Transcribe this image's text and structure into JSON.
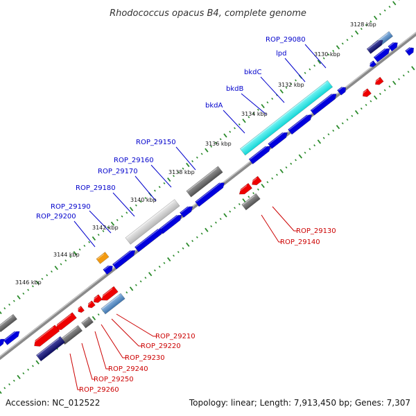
{
  "title": "Rhodococcus opacus B4, complete genome",
  "footer": {
    "accession": "Accession: NC_012522",
    "summary": "Topology: linear; Length: 7,913,450 bp; Genes: 7,307"
  },
  "colors": {
    "blue": "#0000dd",
    "red": "#ee0000",
    "gray": "#6e6e6e",
    "cyan": "#22e6e6",
    "navy": "#14147a",
    "steel": "#5a8ec4",
    "orange": "#f39a10",
    "light_gray": "#c8c8c8",
    "tick_green": "#2a8a2a",
    "label_blue": "#0000cc",
    "label_red": "#cc0000"
  },
  "ticks": [
    {
      "label": "3128 kbp"
    },
    {
      "label": "3130 kbp"
    },
    {
      "label": "3132 kbp"
    },
    {
      "label": "3134 kbp"
    },
    {
      "label": "3136 kbp"
    },
    {
      "label": "3138 kbp"
    },
    {
      "label": "3140 kbp"
    },
    {
      "label": "3142 kbp"
    },
    {
      "label": "3144 kbp"
    },
    {
      "label": "3146 kbp"
    }
  ],
  "top_labels": [
    {
      "text": "ROP_29080"
    },
    {
      "text": "lpd"
    },
    {
      "text": "bkdC"
    },
    {
      "text": "bkdB"
    },
    {
      "text": "bkdA"
    },
    {
      "text": "ROP_29150"
    },
    {
      "text": "ROP_29160"
    },
    {
      "text": "ROP_29170"
    },
    {
      "text": "ROP_29180"
    },
    {
      "text": "ROP_29190"
    },
    {
      "text": "ROP_29200"
    }
  ],
  "bottom_labels": [
    {
      "text": "ROP_29130"
    },
    {
      "text": "ROP_29140"
    },
    {
      "text": "ROP_29210"
    },
    {
      "text": "ROP_29220"
    },
    {
      "text": "ROP_29230"
    },
    {
      "text": "ROP_29240"
    },
    {
      "text": "ROP_29250"
    },
    {
      "text": "ROP_29260"
    }
  ]
}
